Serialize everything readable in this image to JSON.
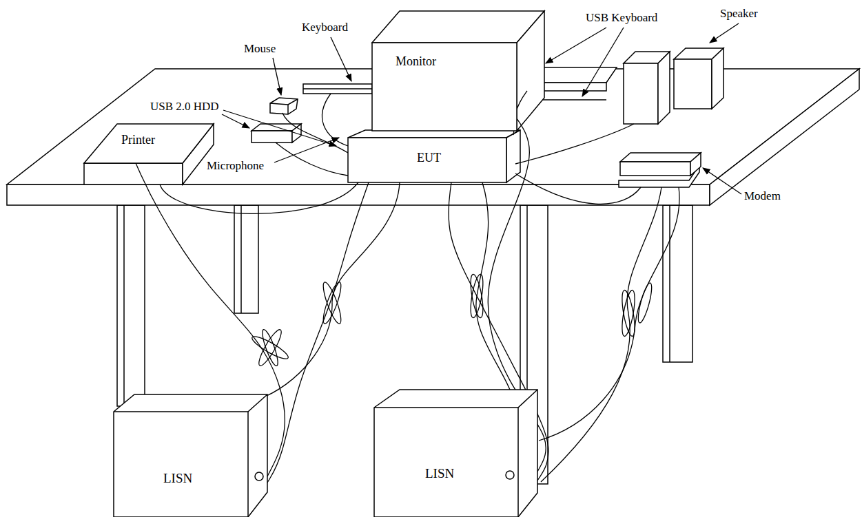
{
  "diagram": {
    "nodes": [
      {
        "text": [
          "Monitor"
        ]
      },
      {
        "text": [
          "Printer"
        ]
      },
      {
        "text": [
          "EUT"
        ]
      },
      {
        "text": [
          "LISN"
        ]
      },
      {
        "text": [
          "LISN"
        ]
      }
    ],
    "edges": [
      {
        "from": 1,
        "to": 3,
        "arrow": "none"
      },
      {
        "from": 2,
        "to": 3,
        "arrow": "none"
      },
      {
        "from": 0,
        "to": 4,
        "arrow": "none"
      },
      {
        "from": 2,
        "to": 4,
        "arrow": "none"
      }
    ],
    "labels": [
      "Keyboard",
      "USB Keyboard",
      "Speaker",
      "Mouse",
      "USB 2.0 HDD",
      "Microphone",
      "Modem"
    ]
  }
}
